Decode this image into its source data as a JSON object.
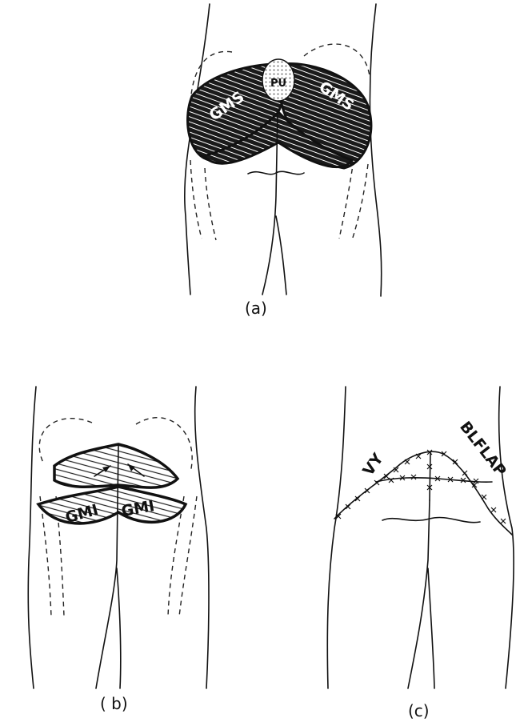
{
  "panels": {
    "a": {
      "caption": "(a)",
      "labels": {
        "left_muscle": "GMS",
        "right_muscle": "GMS",
        "center": "PU"
      }
    },
    "b": {
      "caption": "( b)",
      "labels": {
        "left_muscle": "GMI",
        "right_muscle": "GMI"
      }
    },
    "c": {
      "caption": "(c)",
      "labels": {
        "left_flap": "VY",
        "right_flap": "BLFLAP"
      }
    }
  }
}
